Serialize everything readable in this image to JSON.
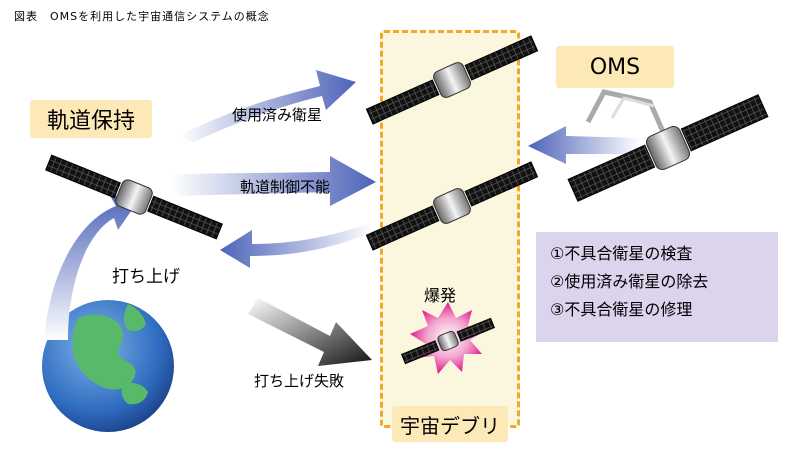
{
  "caption": "図表　OMSを利用した宇宙通信システムの概念",
  "labels": {
    "station_keeping": "軌道保持",
    "oms": "OMS",
    "space_debris": "宇宙デブリ",
    "used_satellite": "使用済み衛星",
    "uncontrollable": "軌道制御不能",
    "launch": "打ち上げ",
    "launch_failure": "打ち上げ失敗",
    "explosion": "爆発"
  },
  "tasks": [
    "①不具合衛星の検査",
    "②使用済み衛星の除去",
    "③不具合衛星の修理"
  ],
  "colors": {
    "label_box": "#fde9b8",
    "zone_border": "#f0a72a",
    "zone_fill": "#fbf7de",
    "task_box": "#dcd3ec",
    "arrow_blue": "#5b6fc0"
  }
}
